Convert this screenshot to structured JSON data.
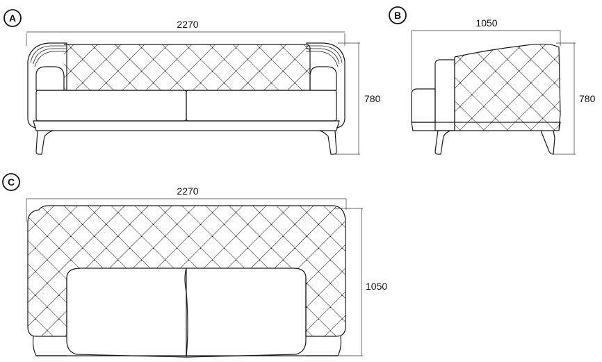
{
  "views": {
    "a": {
      "badge": "A",
      "width_label": "2270",
      "height_label": "780"
    },
    "b": {
      "badge": "B",
      "depth_label": "1050",
      "height_label": "780"
    },
    "c": {
      "badge": "C",
      "width_label": "2270",
      "depth_label": "1050"
    }
  },
  "colors": {
    "line": "#1a1a1a",
    "background": "#ffffff"
  }
}
